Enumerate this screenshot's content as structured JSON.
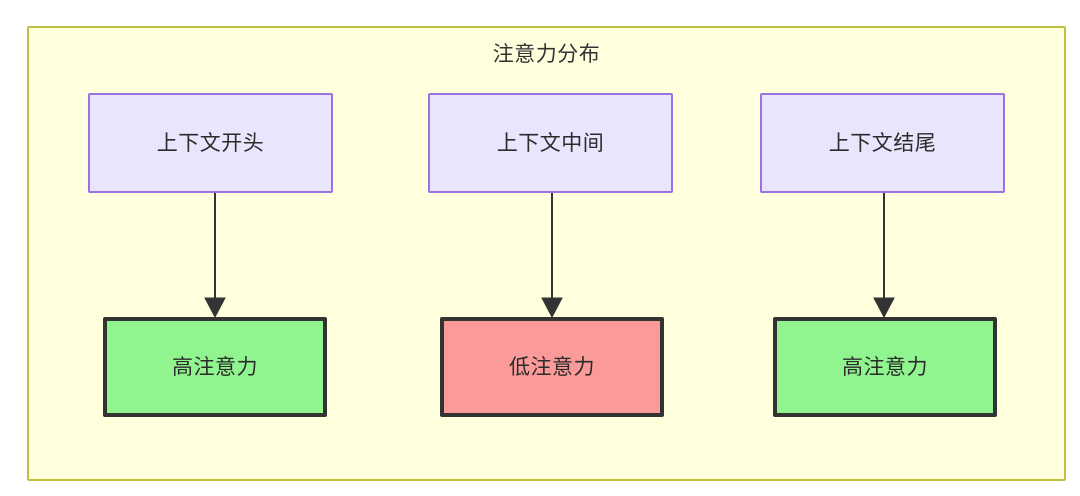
{
  "diagram": {
    "title": "注意力分布",
    "colors": {
      "container_bg": "#ffffde",
      "container_border": "#bfbf40",
      "source_node_bg": "#e8e5fd",
      "source_node_border": "#9a73e0",
      "high_attention_bg": "#90f58f",
      "low_attention_bg": "#fa9a99",
      "result_node_border": "#333333",
      "edge": "#333333",
      "text": "#2b2b2b"
    },
    "columns": [
      {
        "source": {
          "label": "上下文开头"
        },
        "result": {
          "label": "高注意力",
          "level": "high"
        }
      },
      {
        "source": {
          "label": "上下文中间"
        },
        "result": {
          "label": "低注意力",
          "level": "low"
        }
      },
      {
        "source": {
          "label": "上下文结尾"
        },
        "result": {
          "label": "高注意力",
          "level": "high"
        }
      }
    ],
    "edges": [
      {
        "from": "上下文开头",
        "to": "高注意力",
        "arrow": "down"
      },
      {
        "from": "上下文中间",
        "to": "低注意力",
        "arrow": "down"
      },
      {
        "from": "上下文结尾",
        "to": "高注意力",
        "arrow": "down"
      }
    ]
  }
}
